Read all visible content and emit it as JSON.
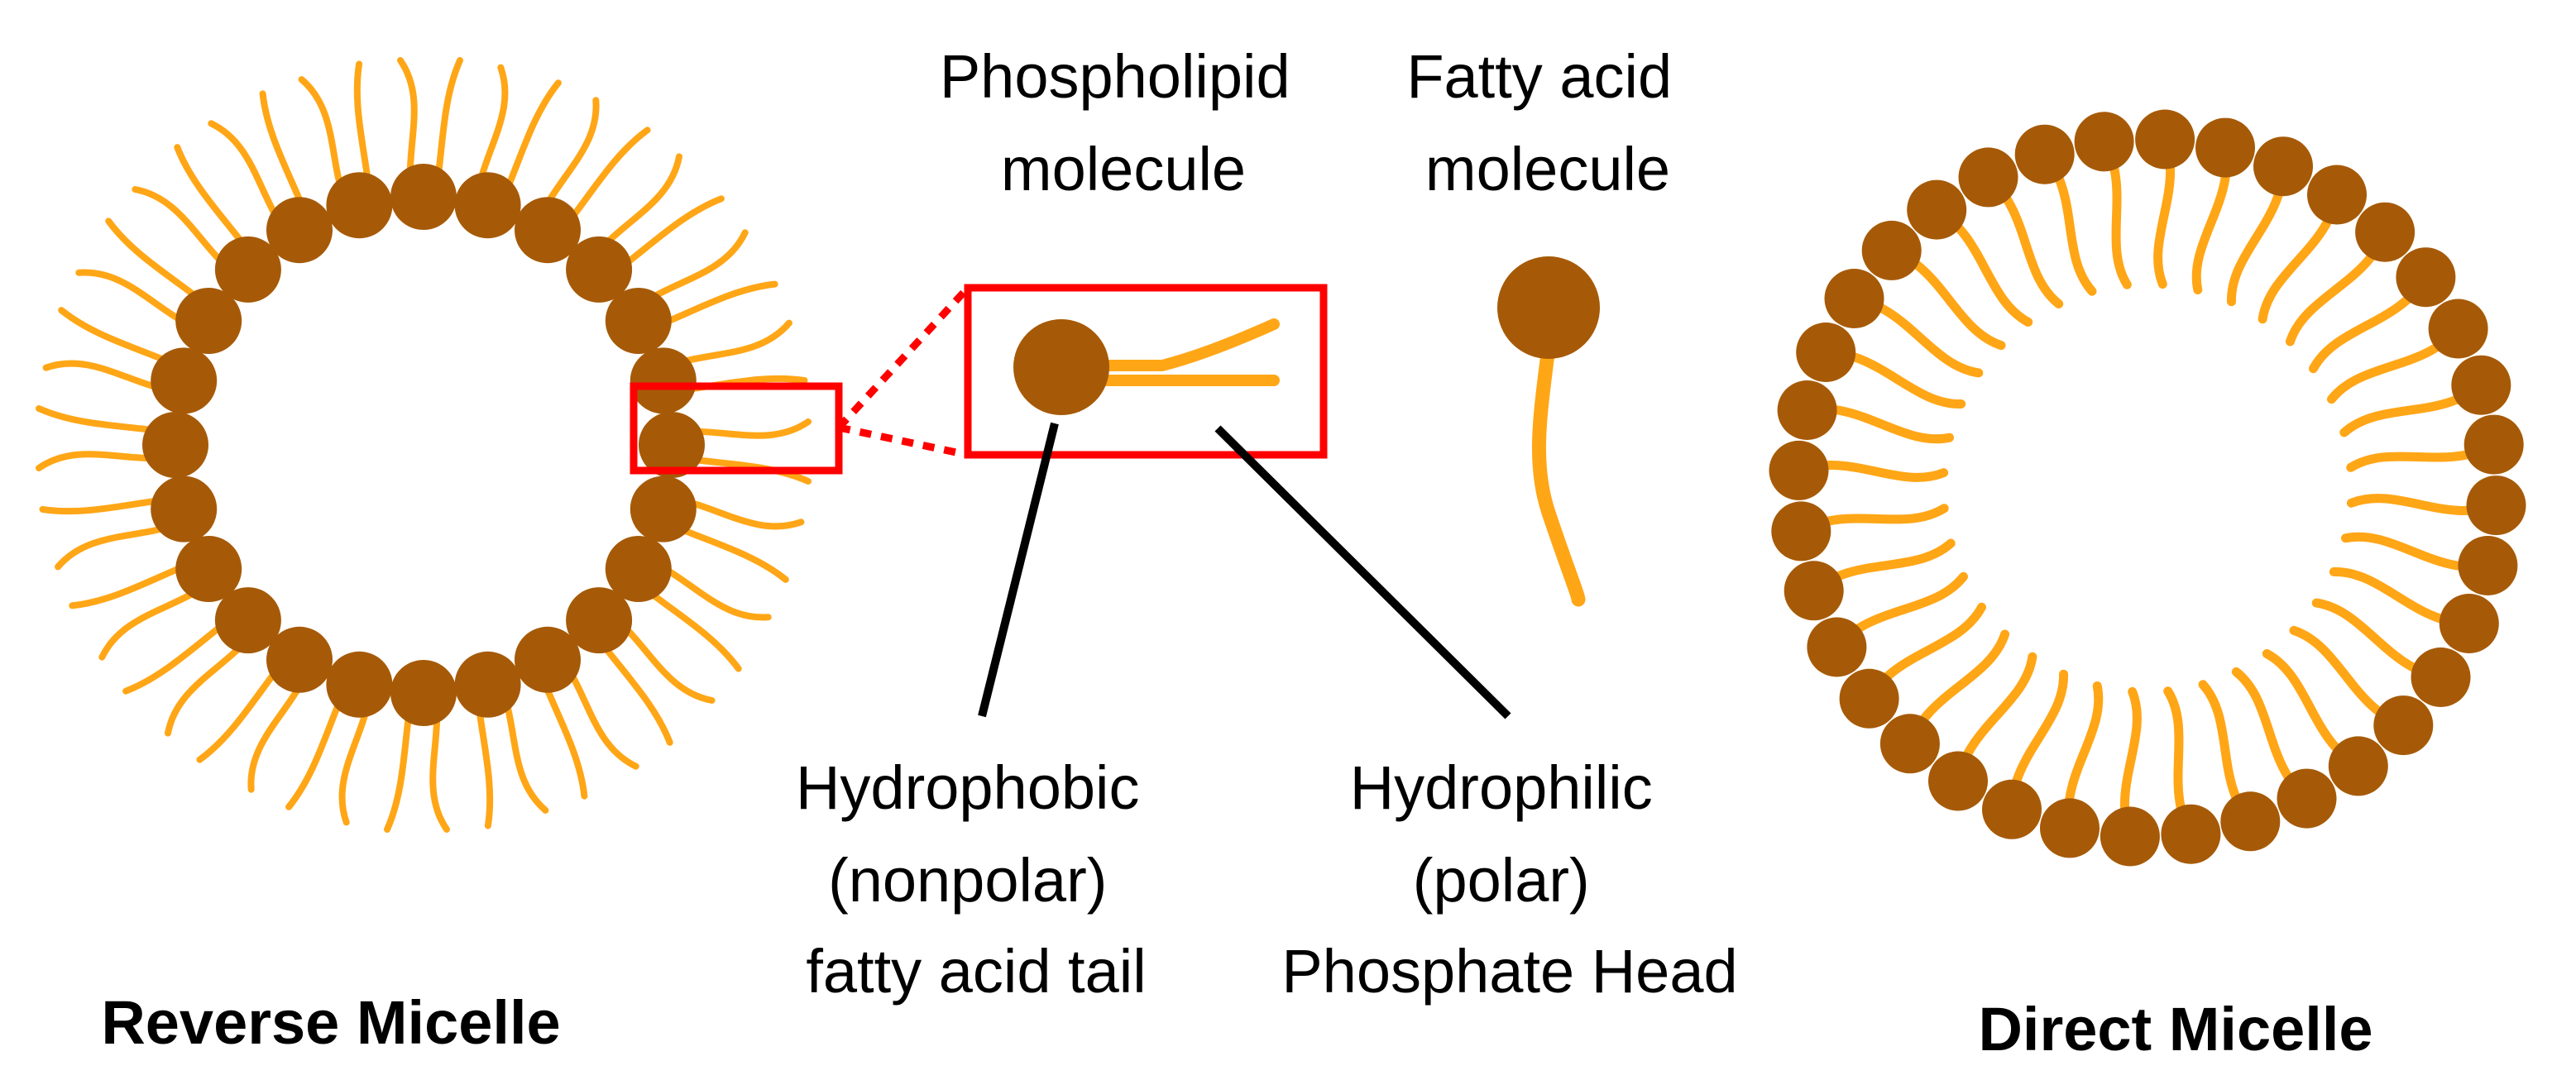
{
  "colors": {
    "head": "#A65A07",
    "tail": "#FFA617",
    "highlight": "#FF0000",
    "pointer": "#000000",
    "background": "#FFFFFF"
  },
  "labels": {
    "phospholipid": [
      "Phospholipid",
      "molecule"
    ],
    "fatty_acid": [
      "Fatty acid",
      "molecule"
    ],
    "hydrophobic": [
      "Hydrophobic",
      "(nonpolar)",
      "fatty acid tail"
    ],
    "hydrophilic": [
      "Hydrophilic",
      "(polar)",
      "Phosphate Head"
    ],
    "reverse_micelle": "Reverse Micelle",
    "direct_micelle": "Direct Micelle"
  }
}
